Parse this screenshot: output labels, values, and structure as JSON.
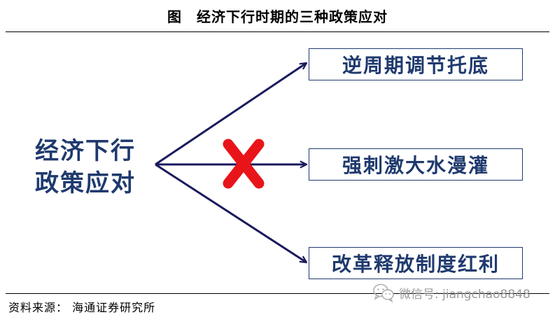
{
  "header": {
    "figure_label": "图",
    "title": "经济下行时期的三种政策应对"
  },
  "diagram": {
    "source": {
      "line1": "经济下行",
      "line2": "政策应对"
    },
    "policies": [
      {
        "label": "逆周期调节托底",
        "rejected": false
      },
      {
        "label": "强刺激大水漫灌",
        "rejected": true
      },
      {
        "label": "改革释放制度红利",
        "rejected": false
      }
    ],
    "colors": {
      "text": "#1f3a6e",
      "arrow": "#1a1a5e",
      "reject_mark": "#e8141a"
    },
    "reject_icon": "x-mark-icon"
  },
  "footer": {
    "source_note": "资料来源： 海通证券研究所"
  },
  "watermark": {
    "icon": "wechat-icon",
    "text": "微信号: jiangchao8848"
  }
}
